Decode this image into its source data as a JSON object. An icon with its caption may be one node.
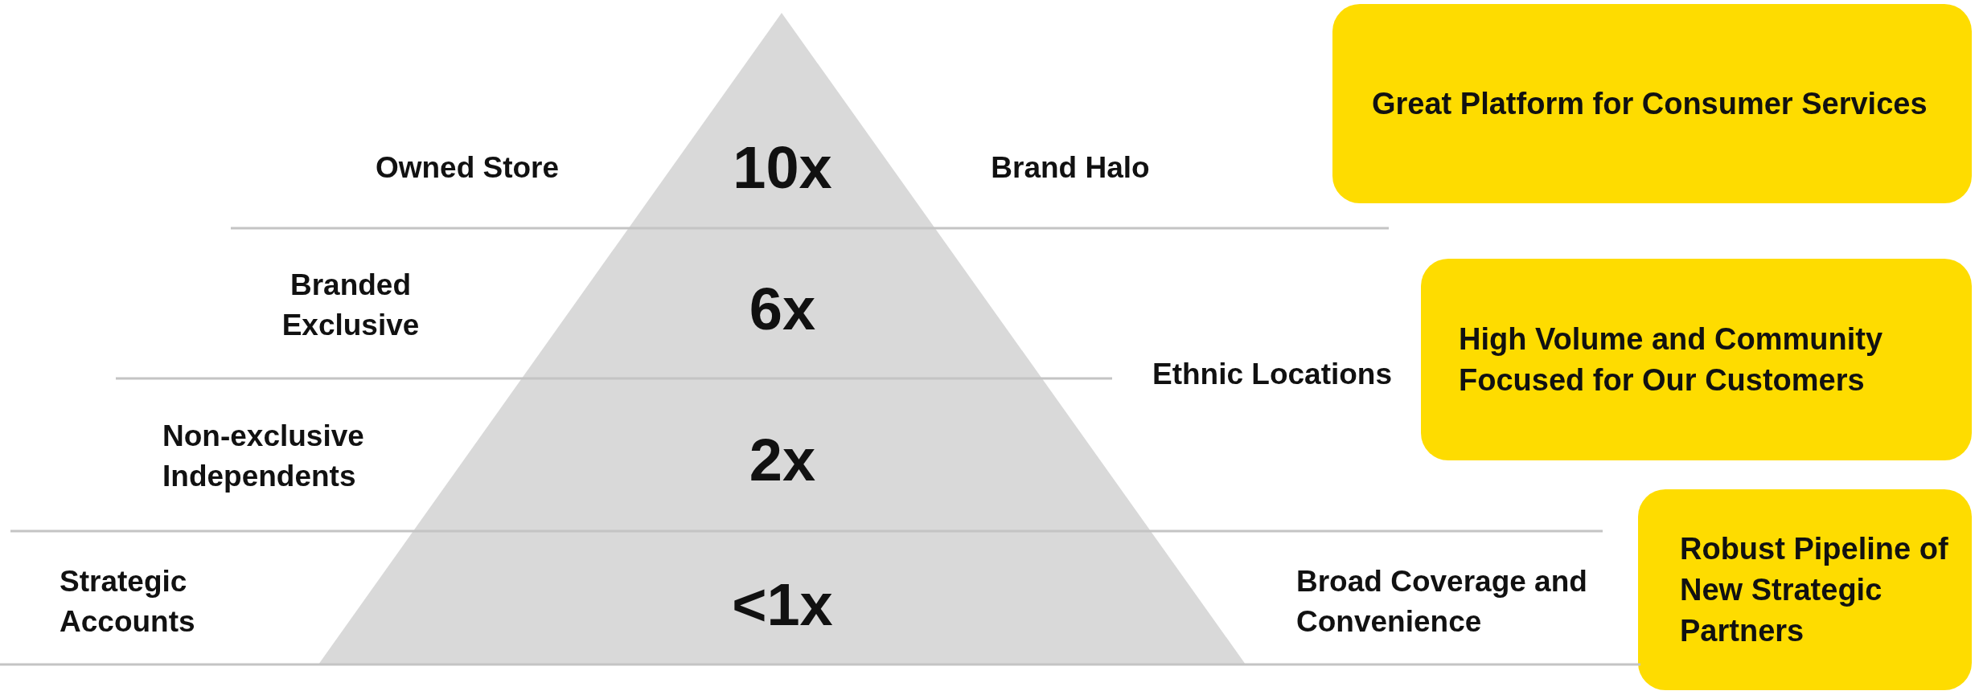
{
  "diagram": {
    "nodes": [
      {
        "text": [
          "10x",
          "6x",
          "2x",
          "<1x"
        ]
      },
      {
        "text": [
          "Great Platform for Consumer Services"
        ]
      },
      {
        "text": [
          "High Volume and Community Focused for Our Customers"
        ]
      },
      {
        "text": [
          "Robust Pipeline of New Strategic Partners"
        ]
      }
    ],
    "labels": [
      "Owned Store",
      "Brand Halo",
      "Branded Exclusive",
      "Ethnic Locations",
      "Non-exclusive Independents",
      "Strategic Accounts",
      "Broad Coverage and Convenience"
    ]
  }
}
